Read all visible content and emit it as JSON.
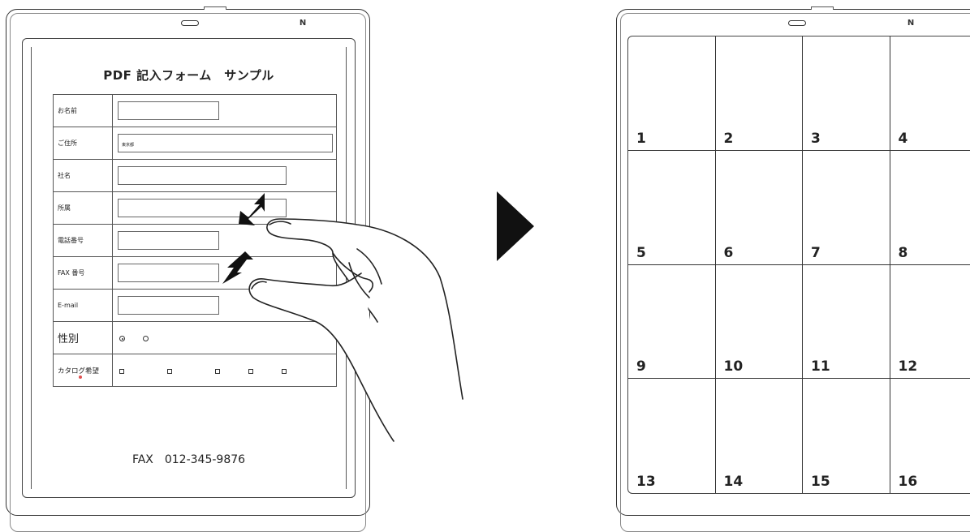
{
  "form": {
    "title": "PDF 記入フォーム　サンプル",
    "rows": [
      {
        "label": "お名前",
        "value": ""
      },
      {
        "label": "ご住所",
        "value": "東京都"
      },
      {
        "label": "社名",
        "value": ""
      },
      {
        "label": "所属",
        "value": ""
      },
      {
        "label": "電話番号",
        "value": ""
      },
      {
        "label": "FAX 番号",
        "value": ""
      },
      {
        "label": "E-mail",
        "value": ""
      },
      {
        "label": "性別",
        "value": ""
      },
      {
        "label": "カタログ希望",
        "value": ""
      }
    ],
    "fax": "FAX　012-345-9876"
  },
  "thumbnails": [
    "1",
    "2",
    "3",
    "4",
    "5",
    "6",
    "7",
    "8",
    "9",
    "10",
    "11",
    "12",
    "13",
    "14",
    "15",
    "16"
  ],
  "icons": {
    "nfc": "nfc-icon",
    "next": "play-arrow-icon",
    "pinch": "pinch-in-gesture-icon"
  },
  "colors": {
    "line": "#333333",
    "accent_dot": "#e05050"
  }
}
